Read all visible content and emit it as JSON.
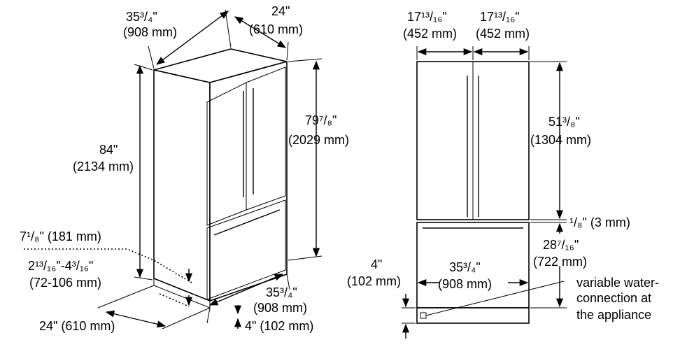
{
  "iso_view": {
    "top_width_frac": "35³/₄\"",
    "top_width_mm": "(908 mm)",
    "top_depth_frac": "24\"",
    "top_depth_mm": "(610 mm)",
    "total_height_frac": "84\"",
    "total_height_mm": "(2134 mm)",
    "cabinet_height_frac": "79⁷/₈\"",
    "cabinet_height_mm": "(2029 mm)",
    "toe_height": "7¹/₈\" (181 mm)",
    "toe_range_frac": "2¹³/₁₆\"-4³/₁₆\"",
    "toe_range_mm": "(72-106 mm)",
    "bottom_depth": "24\" (610 mm)",
    "bottom_width_frac": "35³/₄\"",
    "bottom_width_mm": "(908 mm)",
    "base_height": "4\" (102 mm)"
  },
  "front_view": {
    "door_left_frac": "17¹³/₁₆\"",
    "door_left_mm": "(452 mm)",
    "door_right_frac": "17¹³/₁₆\"",
    "door_right_mm": "(452 mm)",
    "door_height_frac": "51³/₈\"",
    "door_height_mm": "(1304 mm)",
    "gap": "¹/₈\" (3 mm)",
    "drawer_height_frac": "28⁷/₁₆\"",
    "drawer_height_mm": "(722 mm)",
    "width_frac": "35³/₄\"",
    "width_mm": "(908 mm)",
    "base_frac": "4\"",
    "base_mm": "(102 mm)",
    "water_note_1": "variable water-",
    "water_note_2": "connection at",
    "water_note_3": "the appliance"
  }
}
